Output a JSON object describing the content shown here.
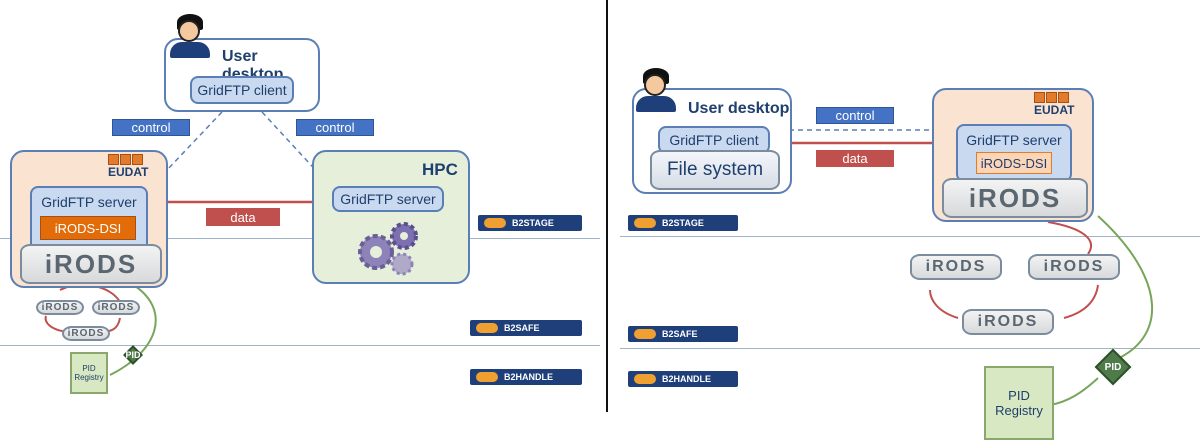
{
  "left": {
    "user_desktop": "User desktop",
    "gridftp_client": "GridFTP client",
    "control_a": "control",
    "control_b": "control",
    "eudat": "EUDAT",
    "gridftp_server": "GridFTP server",
    "irods_dsi": "iRODS-DSI",
    "irods": "iRODS",
    "hpc": "HPC",
    "hpc_gridftp_server": "GridFTP server",
    "data": "data",
    "small_irods": [
      "iRODS",
      "iRODS",
      "iRODS"
    ],
    "pid": "PID",
    "pid_registry_line1": "PID",
    "pid_registry_line2": "Registry",
    "b2stage": "B2STAGE",
    "b2safe": "B2SAFE",
    "b2handle": "B2HANDLE"
  },
  "right": {
    "user_desktop": "User desktop",
    "gridftp_client": "GridFTP client",
    "file_system": "File system",
    "control": "control",
    "data": "data",
    "eudat": "EUDAT",
    "gridftp_server": "GridFTP server",
    "irods_dsi": "iRODS-DSI",
    "irods": "iRODS",
    "small_irods": [
      "iRODS",
      "iRODS",
      "iRODS"
    ],
    "pid": "PID",
    "pid_registry_line1": "PID",
    "pid_registry_line2": "Registry",
    "b2stage": "B2STAGE",
    "b2safe": "B2SAFE",
    "b2handle": "B2HANDLE"
  },
  "colors": {
    "navy": "#1f3f6e",
    "accent_blue": "#4472c4",
    "data_red": "#c0504d",
    "eudat_orange": "#e37b2d",
    "pid_green": "#4f7a4a"
  }
}
